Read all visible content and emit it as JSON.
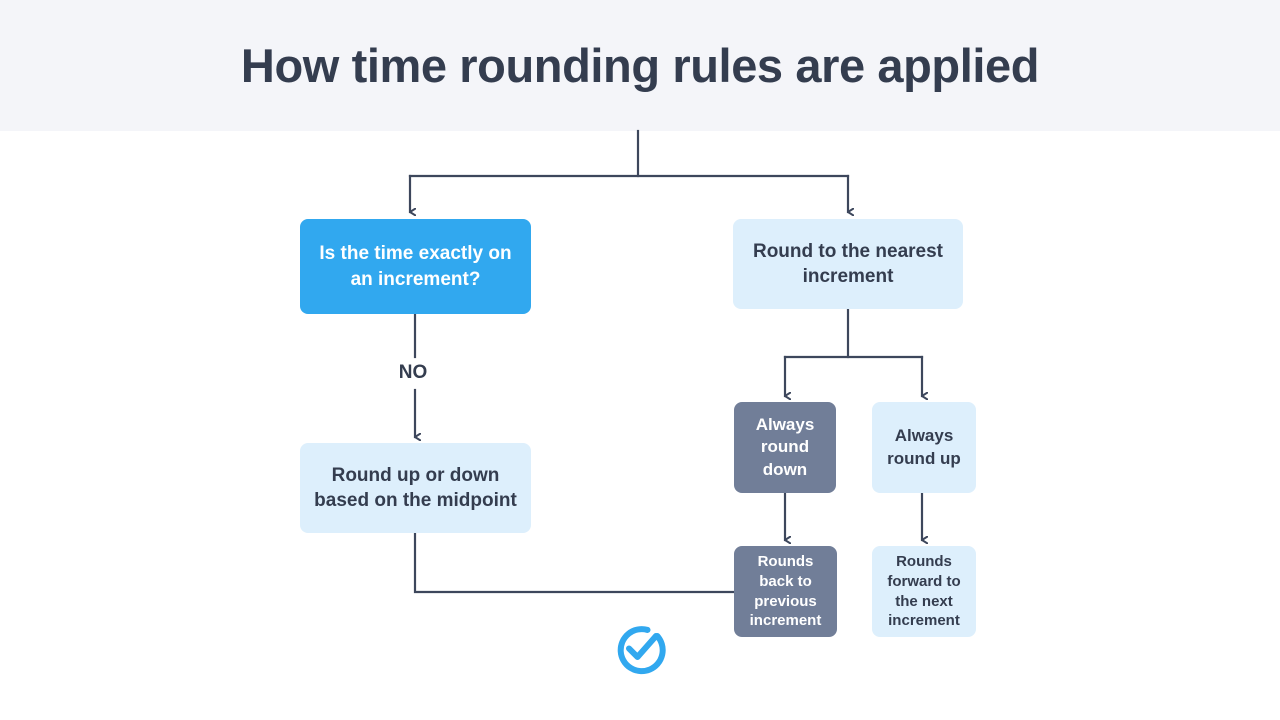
{
  "header": {
    "title": "How time rounding rules are applied",
    "background_color": "#f4f5f9",
    "text_color": "#343d4f"
  },
  "colors": {
    "accent_blue": "#31a8ef",
    "light_blue": "#ddeffc",
    "slate": "#717e98",
    "dark_text": "#343d4f",
    "connector": "#3d475c",
    "canvas": "#ffffff"
  },
  "diagram": {
    "type": "flowchart",
    "nodes": [
      {
        "id": "question",
        "label": "Is the time exactly on an increment?",
        "style": "blue"
      },
      {
        "id": "nearest",
        "label": "Round to the nearest increment",
        "style": "light"
      },
      {
        "id": "midpoint",
        "label": "Round up or down based on the midpoint",
        "style": "light"
      },
      {
        "id": "always_down",
        "label": "Always round down",
        "style": "slate"
      },
      {
        "id": "always_up",
        "label": "Always round up",
        "style": "light"
      },
      {
        "id": "rounds_back",
        "label": "Rounds back to previous increment",
        "style": "slate"
      },
      {
        "id": "rounds_forward",
        "label": "Rounds forward to the next increment",
        "style": "light"
      }
    ],
    "edge_labels": {
      "question_to_midpoint": "NO"
    }
  },
  "logo": {
    "icon": "circle-check-icon",
    "color": "#31a8ef"
  }
}
